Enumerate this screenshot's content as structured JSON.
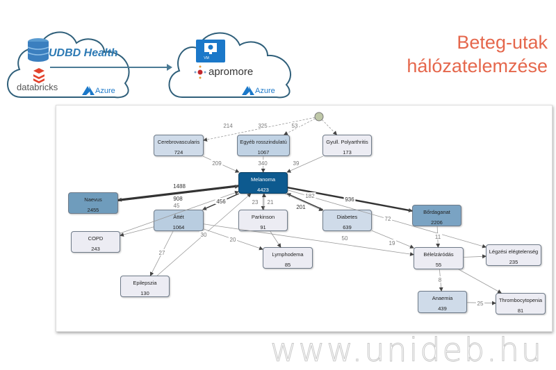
{
  "title": {
    "line1": "Beteg-utak",
    "line2": "hálózatelemzése"
  },
  "watermark": "www.unideb.hu",
  "source_cloud": {
    "db_label": "UDBD Health",
    "databricks_label": "databricks",
    "azure_label": "Azure",
    "db_icon": "database-icon",
    "databricks_icon": "databricks-logo-icon"
  },
  "target_cloud": {
    "vm_label": "VM",
    "apromore_label": "apromore",
    "azure_label": "Azure",
    "vm_icon": "monitor-icon"
  },
  "colors": {
    "title": "#e5674c",
    "cloud_stroke": "#2f5f7a",
    "udbd": "#2d7ab4",
    "azure": "#1b78c9",
    "databricks": "#e2422c",
    "melanoma": "#0d5a8f",
    "dark_node": "#6f9cbc",
    "mid_node": "#b9cde0",
    "light_node": "#cfdbe9",
    "pale_node": "#ececf3"
  },
  "graph": {
    "nodes": [
      {
        "id": "cerebro",
        "label": "Cerebrovascularis",
        "count": "724"
      },
      {
        "id": "egyeb",
        "label": "Egyéb rosszindulatú",
        "count": "1067"
      },
      {
        "id": "gyull",
        "label": "Gyull. Polyarthritis",
        "count": "173"
      },
      {
        "id": "melanoma",
        "label": "Melanoma",
        "count": "4423"
      },
      {
        "id": "naevus",
        "label": "Naevus",
        "count": "2455"
      },
      {
        "id": "attet",
        "label": "Áttét",
        "count": "1064"
      },
      {
        "id": "parkinson",
        "label": "Parkinson",
        "count": "91"
      },
      {
        "id": "diabetes",
        "label": "Diabetes",
        "count": "639"
      },
      {
        "id": "bordaganat",
        "label": "Bőrdaganat",
        "count": "2206"
      },
      {
        "id": "copd",
        "label": "COPD",
        "count": "243"
      },
      {
        "id": "lymphodema",
        "label": "Lymphodema",
        "count": "85"
      },
      {
        "id": "epilepszia",
        "label": "Epilepszia",
        "count": "130"
      },
      {
        "id": "belelzarodas",
        "label": "Bélelzáródás",
        "count": "55"
      },
      {
        "id": "legzesi",
        "label": "Légzési elégtelenség",
        "count": "235"
      },
      {
        "id": "anaemia",
        "label": "Anaemia",
        "count": "439"
      },
      {
        "id": "thrombo",
        "label": "Thrombocytopenia",
        "count": "81"
      }
    ],
    "edges": [
      {
        "from": "start",
        "to": "cerebro",
        "value": "214",
        "dashed": true
      },
      {
        "from": "start",
        "to": "egyeb",
        "value": "325",
        "dashed": true
      },
      {
        "from": "start",
        "to": "gyull",
        "value": "53",
        "dashed": true
      },
      {
        "from": "cerebro",
        "to": "melanoma",
        "value": "209"
      },
      {
        "from": "egyeb",
        "to": "melanoma",
        "value": "340"
      },
      {
        "from": "gyull",
        "to": "melanoma",
        "value": "39"
      },
      {
        "from": "melanoma",
        "to": "naevus",
        "value": "1488",
        "weight": 3
      },
      {
        "from": "naevus",
        "to": "melanoma",
        "value": "908",
        "weight": 2
      },
      {
        "from": "copd",
        "to": "melanoma",
        "value": "45"
      },
      {
        "from": "melanoma",
        "to": "attet",
        "value": "456",
        "weight": 1.5
      },
      {
        "from": "melanoma",
        "to": "parkinson",
        "value": "23"
      },
      {
        "from": "parkinson",
        "to": "melanoma",
        "value": "21"
      },
      {
        "from": "diabetes",
        "to": "melanoma",
        "value": "201",
        "weight": 1.5
      },
      {
        "from": "melanoma",
        "to": "diabetes",
        "value": "182"
      },
      {
        "from": "melanoma",
        "to": "bordaganat",
        "value": "936",
        "weight": 2.5
      },
      {
        "from": "melanoma",
        "to": "legzesi",
        "value": "72"
      },
      {
        "from": "attet",
        "to": "copd",
        "value": ""
      },
      {
        "from": "attet",
        "to": "epilepszia",
        "value": "27"
      },
      {
        "from": "epilepszia",
        "to": "melanoma",
        "value": "30"
      },
      {
        "from": "attet",
        "to": "lymphodema",
        "value": "20"
      },
      {
        "from": "attet",
        "to": "belelzarodas",
        "value": "50"
      },
      {
        "from": "diabetes",
        "to": "belelzarodas",
        "value": "19"
      },
      {
        "from": "parkinson",
        "to": "lymphodema",
        "value": ""
      },
      {
        "from": "bordaganat",
        "to": "belelzarodas",
        "value": "11"
      },
      {
        "from": "belelzarodas",
        "to": "legzesi",
        "value": ""
      },
      {
        "from": "belelzarodas",
        "to": "anaemia",
        "value": "8"
      },
      {
        "from": "belelzarodas",
        "to": "thrombo",
        "value": ""
      },
      {
        "from": "anaemia",
        "to": "thrombo",
        "value": "25"
      }
    ]
  }
}
